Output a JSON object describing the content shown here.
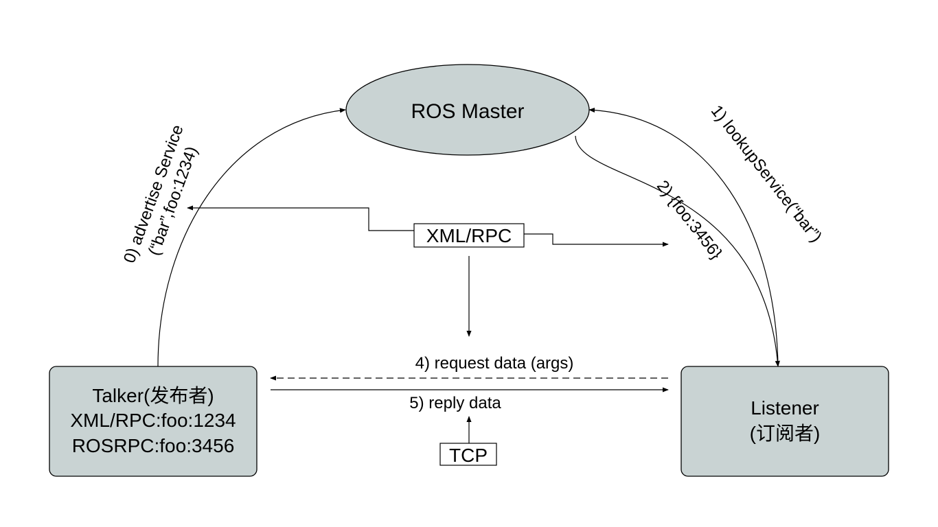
{
  "nodes": {
    "master": {
      "label": "ROS Master"
    },
    "talker": {
      "lines": [
        "Talker(发布者)",
        "XML/RPC:foo:1234",
        "ROSRPC:foo:3456"
      ]
    },
    "listener": {
      "lines": [
        "Listener",
        "(订阅者)"
      ]
    }
  },
  "protocols": {
    "xmlrpc": "XML/RPC",
    "tcp": "TCP"
  },
  "steps": {
    "advertise_line1": "0) advertise Service",
    "advertise_line2": "(“bar”,foo:1234)",
    "lookup": "1) lookupService(“bar”)",
    "reply_uri": "2) {foo:3456}",
    "request": "4) request data (args)",
    "reply": "5) reply data"
  },
  "colors": {
    "node_fill": "#c9d3d3",
    "stroke": "#000000"
  }
}
